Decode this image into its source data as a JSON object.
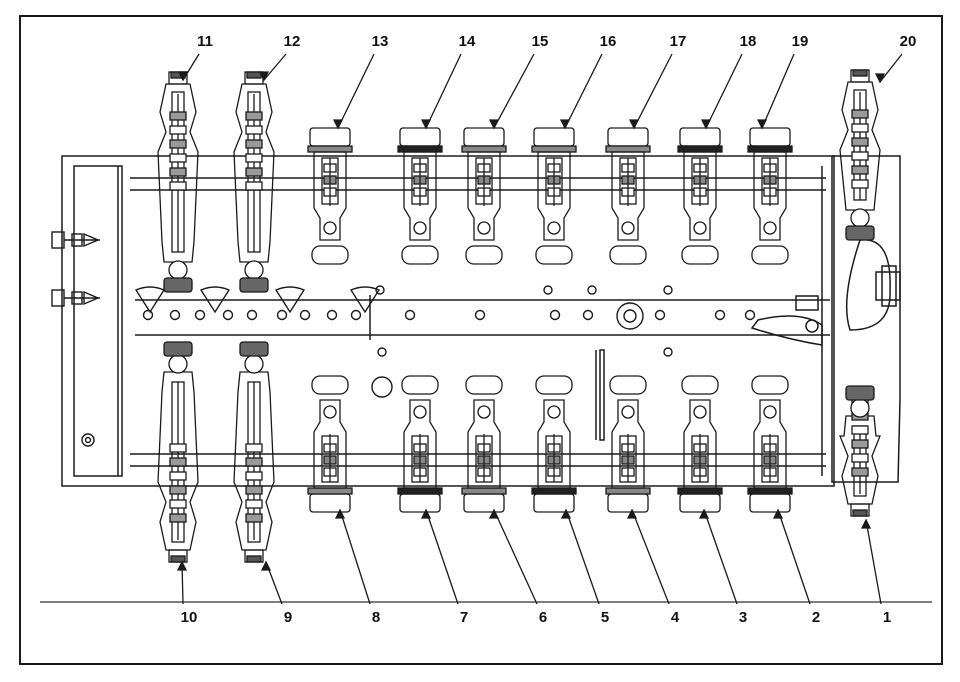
{
  "figure": {
    "labels_top": [
      "11",
      "12",
      "13",
      "14",
      "15",
      "16",
      "17",
      "18",
      "19",
      "20"
    ],
    "labels_bottom": [
      "10",
      "9",
      "8",
      "7",
      "6",
      "5",
      "4",
      "3",
      "2",
      "1"
    ]
  },
  "colors": {
    "ink": "#1a1a1a",
    "frame": "#222222",
    "background": "#ffffff",
    "shade": "#8a8a8a"
  }
}
